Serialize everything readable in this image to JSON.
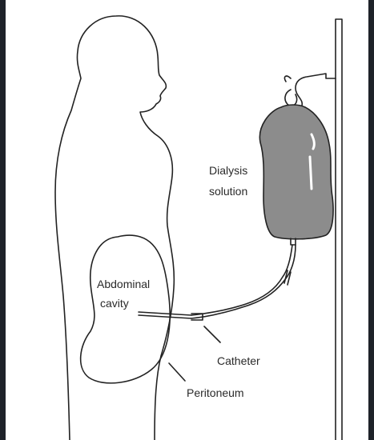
{
  "labels": {
    "dialysis_line1": "Dialysis",
    "dialysis_line2": "solution",
    "abdominal_line1": "Abdominal",
    "abdominal_line2": "cavity",
    "catheter": "Catheter",
    "peritoneum": "Peritoneum"
  },
  "colors": {
    "background": "#1e2229",
    "paper": "#ffffff",
    "ink": "#222222",
    "bag_fill": "#8c8c8c"
  }
}
